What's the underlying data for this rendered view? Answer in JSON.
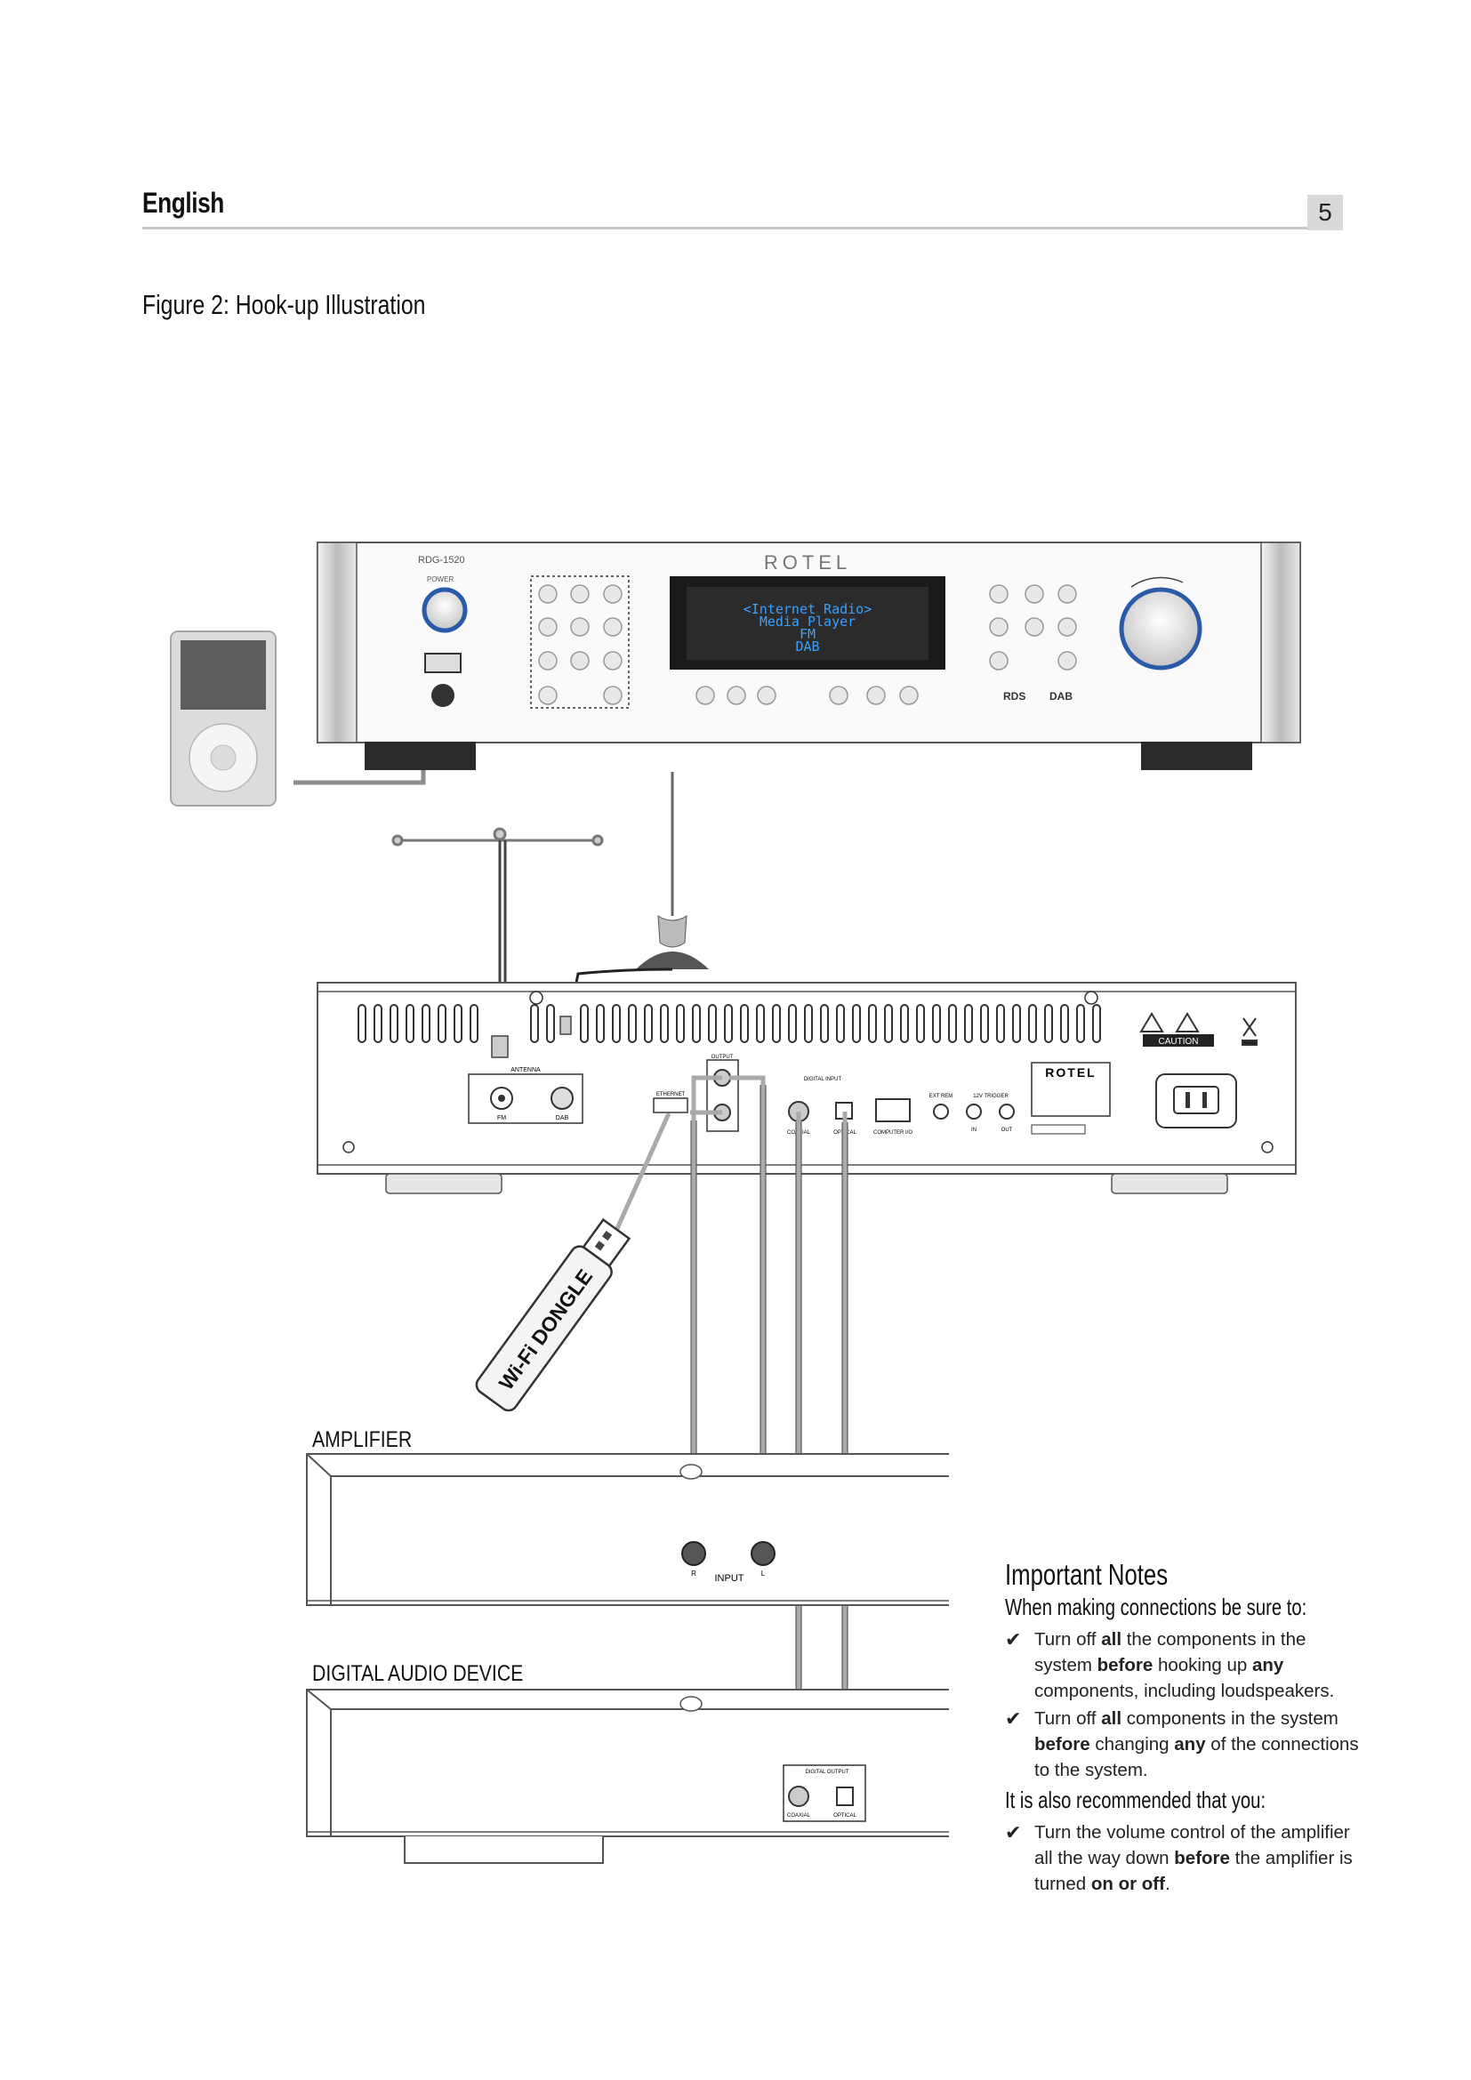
{
  "header": {
    "language": "English",
    "page_number": "5"
  },
  "figure": {
    "title": "Figure 2:   Hook-up Illustration"
  },
  "front_panel": {
    "brand": "ROTEL",
    "model": "RDG-1520",
    "power_label": "POWER",
    "display_lines": [
      "<Internet Radio>",
      "Media Player",
      "FM",
      "DAB"
    ],
    "rds_logo": "RDS",
    "dab_logo": "DAB"
  },
  "rear_panel": {
    "antenna_label": "ANTENNA",
    "fm_label": "FM",
    "dab_label": "DAB",
    "ethernet_label": "ETHERNET",
    "output_label": "OUTPUT",
    "digital_input_label": "DIGITAL INPUT",
    "coaxial_label": "COAXIAL",
    "optical_label": "OPTICAL",
    "computer_io_label": "COMPUTER I/O",
    "ext_rem_label": "EXT REM",
    "trigger_label": "12V TRIGGER",
    "in_label": "IN",
    "out_label": "OUT",
    "caution_label": "CAUTION",
    "rotel_label": "ROTEL",
    "dongle_label": "Wi-Fi DONGLE"
  },
  "devices": {
    "amplifier_label": "AMPLIFIER",
    "amplifier_input_label": "INPUT",
    "amplifier_r": "R",
    "amplifier_l": "L",
    "digital_device_label": "DIGITAL AUDIO DEVICE",
    "digital_output_label": "DIGITAL OUTPUT",
    "digital_coaxial": "COAXIAL",
    "digital_optical": "OPTICAL"
  },
  "notes": {
    "heading": "Important Notes",
    "sub1": "When making connections be sure to:",
    "item1": {
      "a": "Turn off ",
      "b": "all",
      "c": " the components in the system ",
      "d": "before",
      "e": " hooking up ",
      "f": "any",
      "g": " components, including loudspeakers."
    },
    "item2": {
      "a": "Turn off ",
      "b": "all",
      "c": " components in the system ",
      "d": "before",
      "e": " changing ",
      "f": "any",
      "g": " of the connections to the system."
    },
    "sub2": "It is also recommended that you:",
    "item3": {
      "a": "Turn the volume control of the amplifier all the way down ",
      "b": "before",
      "c": " the amplifier is turned ",
      "d": "on or off",
      "e": "."
    }
  }
}
